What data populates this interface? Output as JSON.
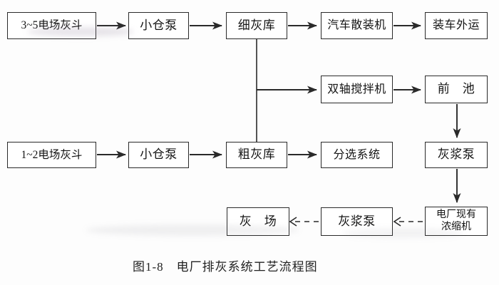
{
  "caption": "图1-8　电厂排灰系统工艺流程图",
  "colors": {
    "background": "#fdfdfd",
    "box_border": "#2a2a2a",
    "line": "#2a2a2a",
    "text": "#141414"
  },
  "nodes": {
    "hopper_3_5": {
      "label": "3~5电场灰斗"
    },
    "pump_top": {
      "label": "小仓泵"
    },
    "fine_ash_silo": {
      "label": "细灰库"
    },
    "truck_bulk_loader": {
      "label": "汽车散装机"
    },
    "load_out": {
      "label": "装车外运"
    },
    "twin_shaft_mixer": {
      "label": "双轴搅拌机"
    },
    "front_pool": {
      "label": "前　池"
    },
    "hopper_1_2": {
      "label": "1~2电场灰斗"
    },
    "pump_bottom": {
      "label": "小仓泵"
    },
    "coarse_ash_silo": {
      "label": "粗灰库"
    },
    "sorting_system": {
      "label": "分选系统"
    },
    "slurry_pump_right": {
      "label": "灰浆泵"
    },
    "ash_yard": {
      "label": "灰　场"
    },
    "slurry_pump_bottom": {
      "label": "灰浆泵"
    },
    "existing_thickener": {
      "label": "电厂现有浓缩机",
      "line1": "电厂现有",
      "line2": "浓缩机"
    }
  },
  "edges": [
    {
      "from": "hopper_3_5",
      "to": "pump_top",
      "style": "solid-arrow"
    },
    {
      "from": "pump_top",
      "to": "fine_ash_silo",
      "style": "solid-arrow"
    },
    {
      "from": "fine_ash_silo",
      "to": "truck_bulk_loader",
      "style": "solid-arrow"
    },
    {
      "from": "truck_bulk_loader",
      "to": "load_out",
      "style": "solid-arrow"
    },
    {
      "from": "fine_ash_silo",
      "to": "coarse_ash_silo",
      "style": "plain-line"
    },
    {
      "from": "fine_ash_silo",
      "to": "twin_shaft_mixer",
      "style": "solid-arrow"
    },
    {
      "from": "twin_shaft_mixer",
      "to": "front_pool",
      "style": "solid-arrow"
    },
    {
      "from": "front_pool",
      "to": "slurry_pump_right",
      "style": "solid-arrow"
    },
    {
      "from": "hopper_1_2",
      "to": "pump_bottom",
      "style": "solid-arrow"
    },
    {
      "from": "pump_bottom",
      "to": "coarse_ash_silo",
      "style": "solid-arrow"
    },
    {
      "from": "coarse_ash_silo",
      "to": "sorting_system",
      "style": "solid-arrow"
    },
    {
      "from": "slurry_pump_right",
      "to": "existing_thickener",
      "style": "solid-arrow"
    },
    {
      "from": "existing_thickener",
      "to": "slurry_pump_bottom",
      "style": "dashed-arrow"
    },
    {
      "from": "slurry_pump_bottom",
      "to": "ash_yard",
      "style": "dashed-arrow"
    }
  ]
}
